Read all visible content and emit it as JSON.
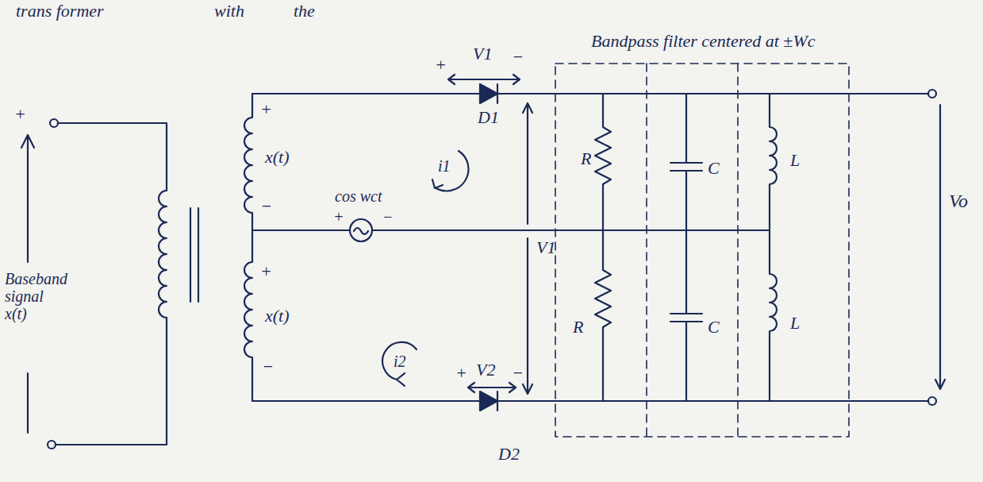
{
  "diagram": {
    "labels": [
      "trans former",
      "with",
      "the",
      "Bandpass filter centered at ±Wc",
      "+",
      "Baseband signal x(t)",
      "+",
      "V1",
      "−",
      "D1",
      "i1",
      "cos wct",
      "+",
      "−",
      "+",
      "x(t)",
      "−",
      "+",
      "x(t)",
      "−",
      "i2",
      "+",
      "V2",
      "−",
      "D2",
      "V1",
      "R",
      "R",
      "C",
      "L",
      "C",
      "L",
      "Vo"
    ]
  }
}
